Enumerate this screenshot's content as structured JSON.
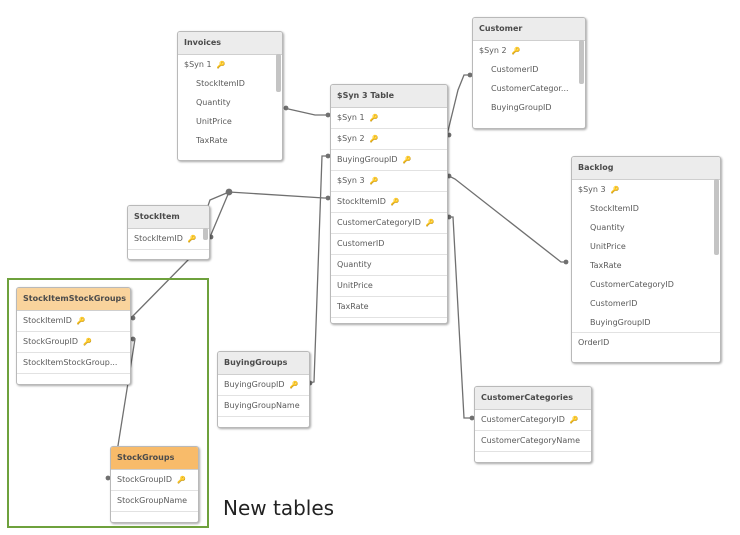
{
  "invoices": {
    "title": "Invoices",
    "fields": [
      "$Syn 1",
      "StockItemID",
      "Quantity",
      "UnitPrice",
      "TaxRate"
    ]
  },
  "customer": {
    "title": "Customer",
    "fields": [
      "$Syn 2",
      "CustomerID",
      "CustomerCategor...",
      "BuyingGroupID"
    ]
  },
  "syn3": {
    "title": "$Syn 3 Table",
    "fields": [
      "$Syn 1",
      "$Syn 2",
      "BuyingGroupID",
      "$Syn 3",
      "StockItemID",
      "CustomerCategoryID",
      "CustomerID",
      "Quantity",
      "UnitPrice",
      "TaxRate"
    ]
  },
  "backlog": {
    "title": "Backlog",
    "fields": [
      "$Syn 3",
      "StockItemID",
      "Quantity",
      "UnitPrice",
      "TaxRate",
      "CustomerCategoryID",
      "CustomerID",
      "BuyingGroupID",
      "OrderID"
    ]
  },
  "stockitem": {
    "title": "StockItem",
    "fields": [
      "StockItemID"
    ]
  },
  "sisg": {
    "title": "StockItemStockGroups",
    "fields": [
      "StockItemID",
      "StockGroupID",
      "StockItemStockGroup..."
    ]
  },
  "buyinggroups": {
    "title": "BuyingGroups",
    "fields": [
      "BuyingGroupID",
      "BuyingGroupName"
    ]
  },
  "custcat": {
    "title": "CustomerCategories",
    "fields": [
      "CustomerCategoryID",
      "CustomerCategoryName"
    ]
  },
  "stockgroups": {
    "title": "StockGroups",
    "fields": [
      "StockGroupID",
      "StockGroupName"
    ]
  },
  "annotation": {
    "text": "New tables",
    "border_color": "#6ea13c"
  },
  "colors": {
    "header": "#ececec",
    "new_header_light": "#f9d39c",
    "new_header_dark": "#f8bb6a",
    "link": "#707070"
  },
  "icons": {
    "key": "key-icon"
  }
}
